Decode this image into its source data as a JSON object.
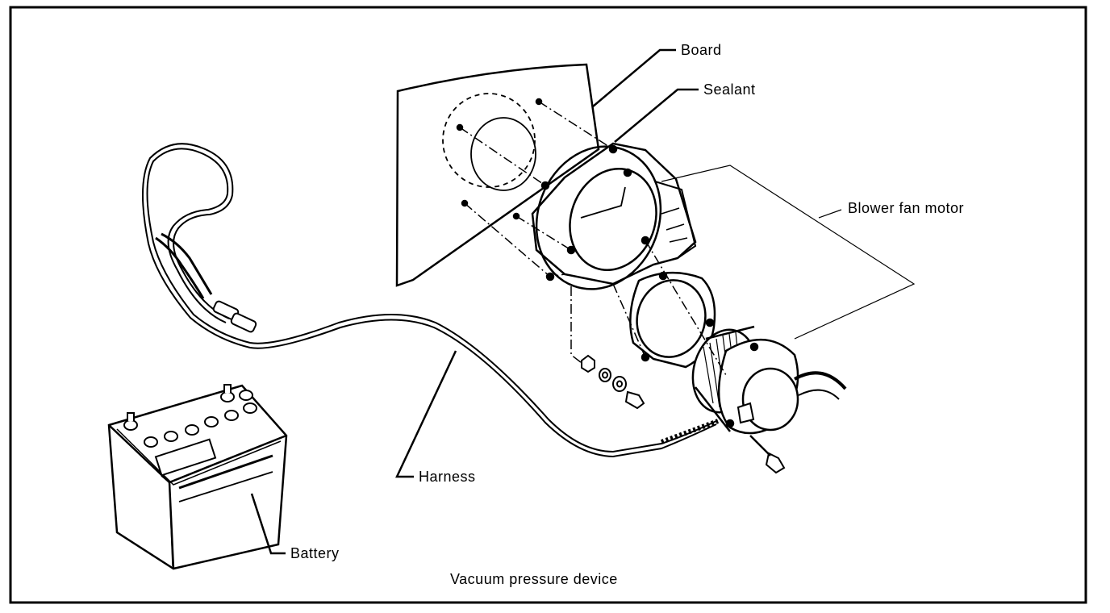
{
  "labels": {
    "board": "Board",
    "sealant": "Sealant",
    "blower_fan_motor": "Blower fan motor",
    "harness": "Harness",
    "battery": "Battery"
  },
  "caption": "Vacuum pressure device",
  "colors": {
    "ink": "#000000",
    "paper": "#ffffff"
  }
}
